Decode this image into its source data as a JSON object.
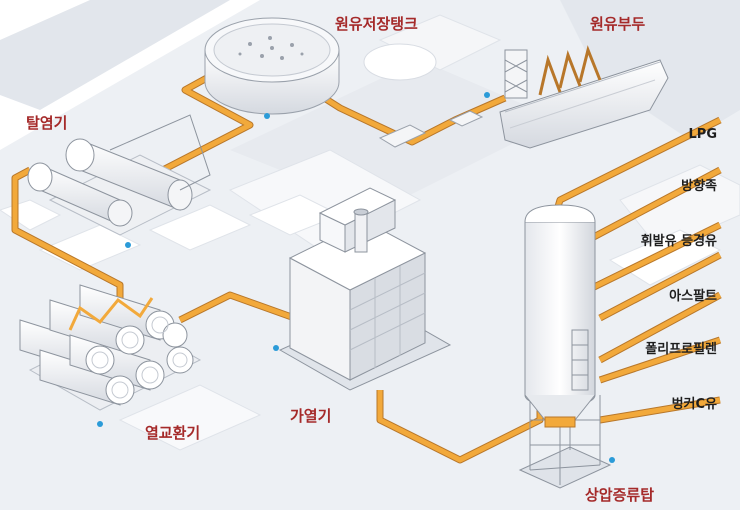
{
  "labels": {
    "crude_tank": "원유저장탱크",
    "crude_pier": "원유부두",
    "desalter": "탈염기",
    "heat_exchanger": "열교환기",
    "furnace": "가열기",
    "distillation_tower": "상압증류탑"
  },
  "products": [
    "LPG",
    "방향족",
    "휘발유 등경유",
    "아스팔트",
    "폴리프로필렌",
    "벙커C유"
  ],
  "colors": {
    "pipe": "#f2a93b",
    "main_label": "#a52a2a",
    "product_label": "#1e1e1e",
    "ground": "#e6eaf0",
    "equipment": "#f4f5f7",
    "valve": "#2b9bd8"
  }
}
